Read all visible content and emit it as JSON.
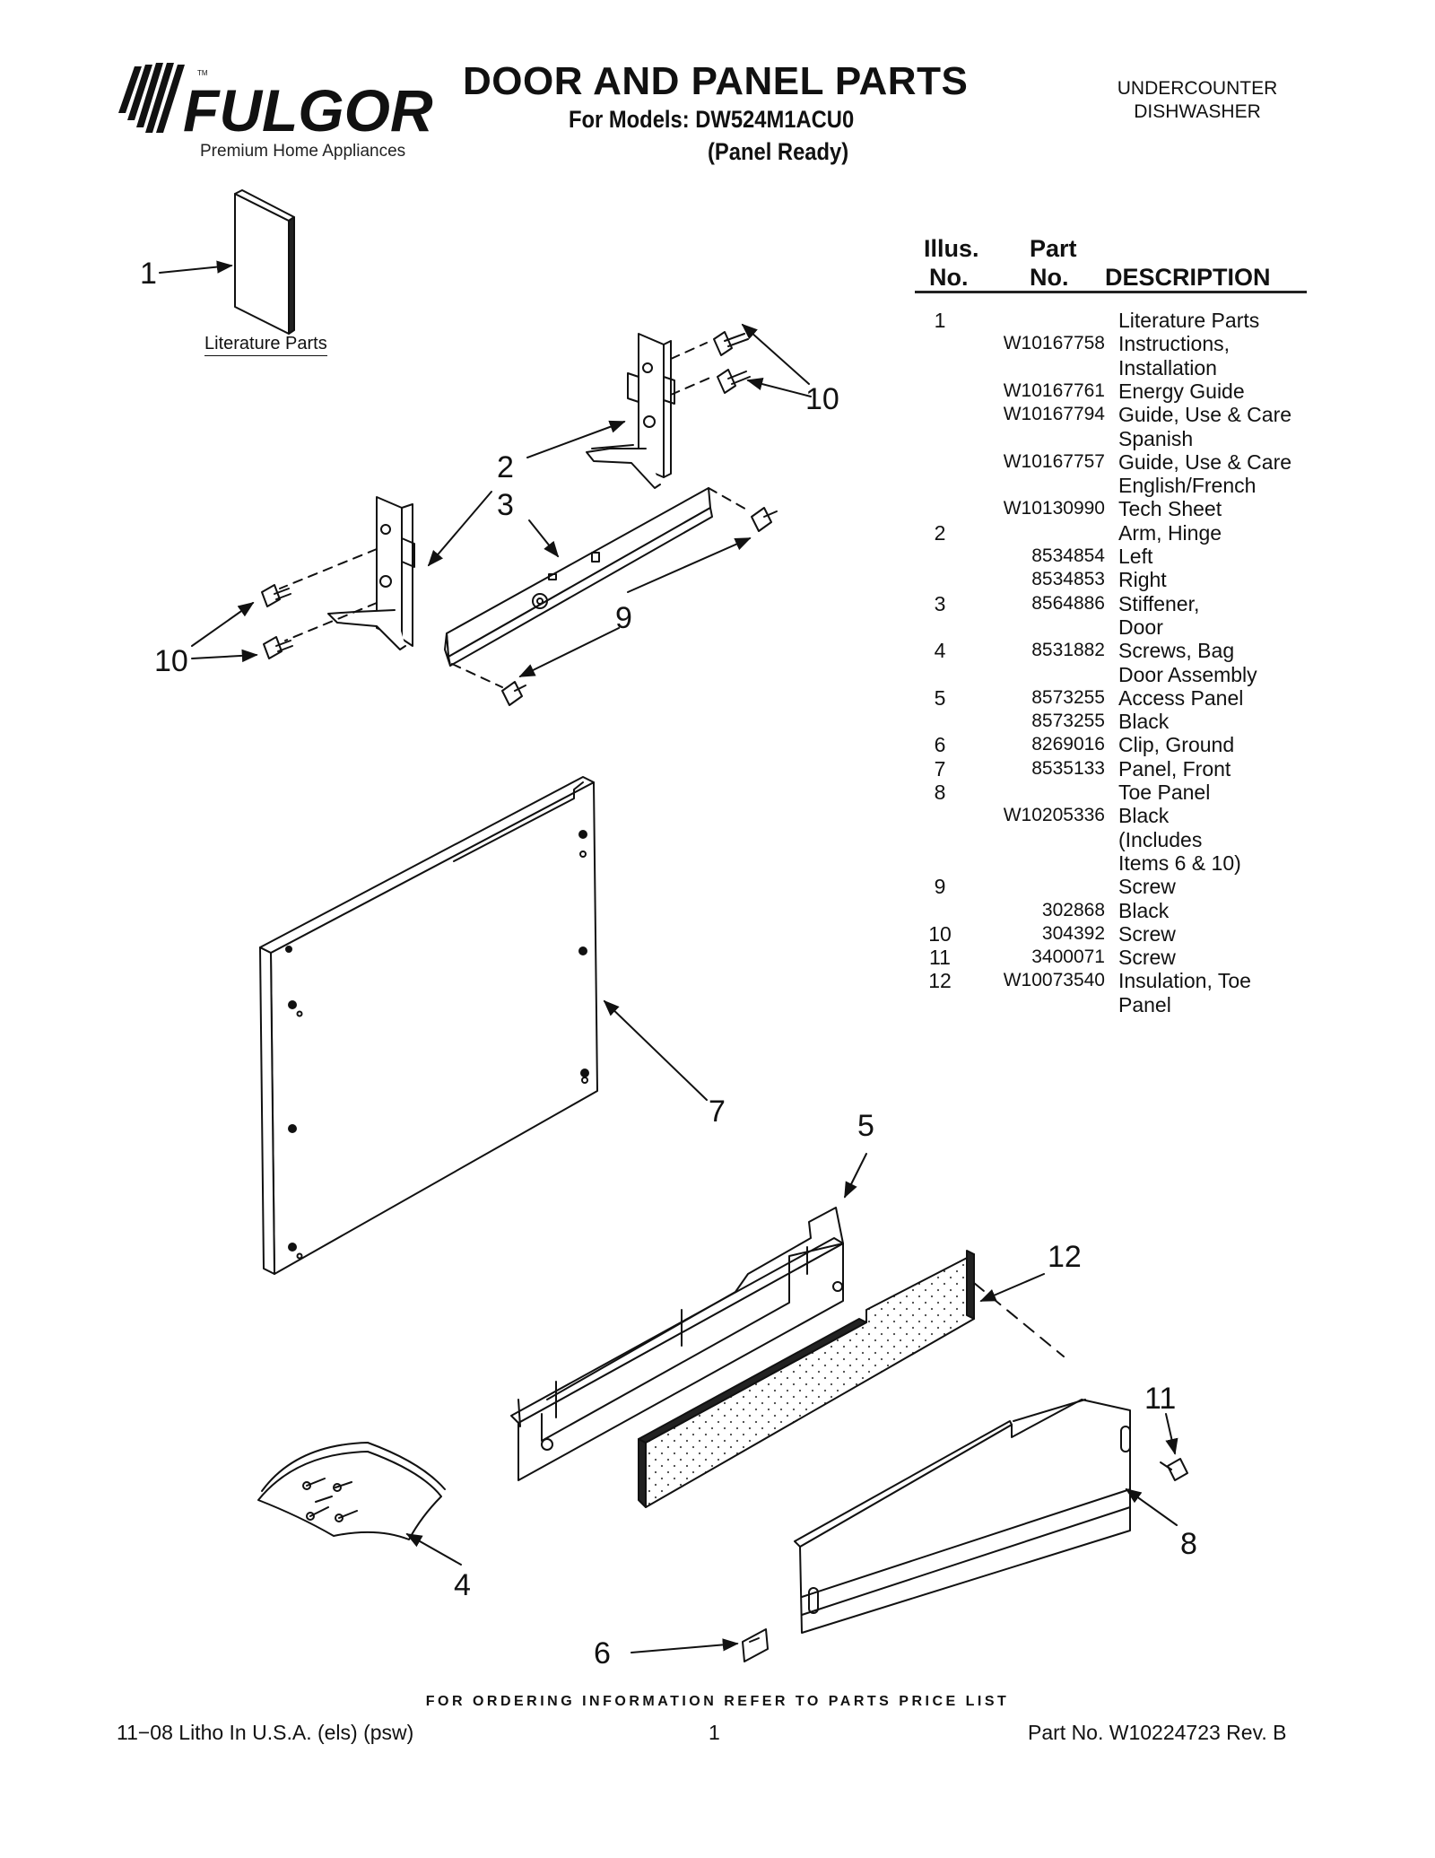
{
  "header": {
    "brand": "FULGOR",
    "tagline": "Premium Home Appliances",
    "title": "DOOR AND PANEL PARTS",
    "models": "For Models: DW524M1ACU0",
    "variant": "(Panel Ready)",
    "product_type": "UNDERCOUNTER\nDISHWASHER"
  },
  "table": {
    "col_illus": "Illus.\nNo.",
    "col_illus_1": "Illus.",
    "col_illus_2": "No.",
    "col_part_1": "Part",
    "col_part_2": "No.",
    "col_desc": "DESCRIPTION",
    "rows": [
      {
        "illus": "1",
        "part": "",
        "desc": "Literature Parts"
      },
      {
        "illus": "",
        "part": "W10167758",
        "desc": "Instructions,"
      },
      {
        "illus": "",
        "part": "",
        "desc": "Installation"
      },
      {
        "illus": "",
        "part": "W10167761",
        "desc": "Energy Guide"
      },
      {
        "illus": "",
        "part": "W10167794",
        "desc": "Guide, Use & Care"
      },
      {
        "illus": "",
        "part": "",
        "desc": "Spanish"
      },
      {
        "illus": "",
        "part": "W10167757",
        "desc": "Guide, Use & Care"
      },
      {
        "illus": "",
        "part": "",
        "desc": "English/French"
      },
      {
        "illus": "",
        "part": "W10130990",
        "desc": "Tech Sheet"
      },
      {
        "illus": "2",
        "part": "",
        "desc": "Arm, Hinge"
      },
      {
        "illus": "",
        "part": "8534854",
        "desc": "Left"
      },
      {
        "illus": "",
        "part": "8534853",
        "desc": "Right"
      },
      {
        "illus": "3",
        "part": "8564886",
        "desc": "Stiffener,"
      },
      {
        "illus": "",
        "part": "",
        "desc": "Door"
      },
      {
        "illus": "4",
        "part": "8531882",
        "desc": "Screws, Bag"
      },
      {
        "illus": "",
        "part": "",
        "desc": "Door Assembly"
      },
      {
        "illus": "5",
        "part": "8573255",
        "desc": "Access Panel"
      },
      {
        "illus": "",
        "part": "8573255",
        "desc": "Black"
      },
      {
        "illus": "6",
        "part": "8269016",
        "desc": "Clip, Ground"
      },
      {
        "illus": "7",
        "part": "8535133",
        "desc": "Panel, Front"
      },
      {
        "illus": "8",
        "part": "",
        "desc": "Toe Panel"
      },
      {
        "illus": "",
        "part": "W10205336",
        "desc": "Black"
      },
      {
        "illus": "",
        "part": "",
        "desc": "(Includes"
      },
      {
        "illus": "",
        "part": "",
        "desc": "Items 6 & 10)"
      },
      {
        "illus": "9",
        "part": "",
        "desc": "Screw"
      },
      {
        "illus": "",
        "part": "302868",
        "desc": "Black"
      },
      {
        "illus": "10",
        "part": "304392",
        "desc": "Screw"
      },
      {
        "illus": "11",
        "part": "3400071",
        "desc": "Screw"
      },
      {
        "illus": "12",
        "part": "W10073540",
        "desc": "Insulation, Toe"
      },
      {
        "illus": "",
        "part": "",
        "desc": "Panel"
      }
    ]
  },
  "diagram": {
    "literature_label": "Literature Parts",
    "callouts": {
      "c1": "1",
      "c2": "2",
      "c3": "3",
      "c4": "4",
      "c5": "5",
      "c6": "6",
      "c7": "7",
      "c8": "8",
      "c9": "9",
      "c10a": "10",
      "c10b": "10",
      "c11": "11",
      "c12": "12"
    }
  },
  "footer": {
    "order_note": "FOR ORDERING INFORMATION REFER TO PARTS PRICE LIST",
    "left": "11−08 Litho In U.S.A. (els) (psw)",
    "page": "1",
    "part_no": "Part No. W10224723 Rev. B"
  }
}
